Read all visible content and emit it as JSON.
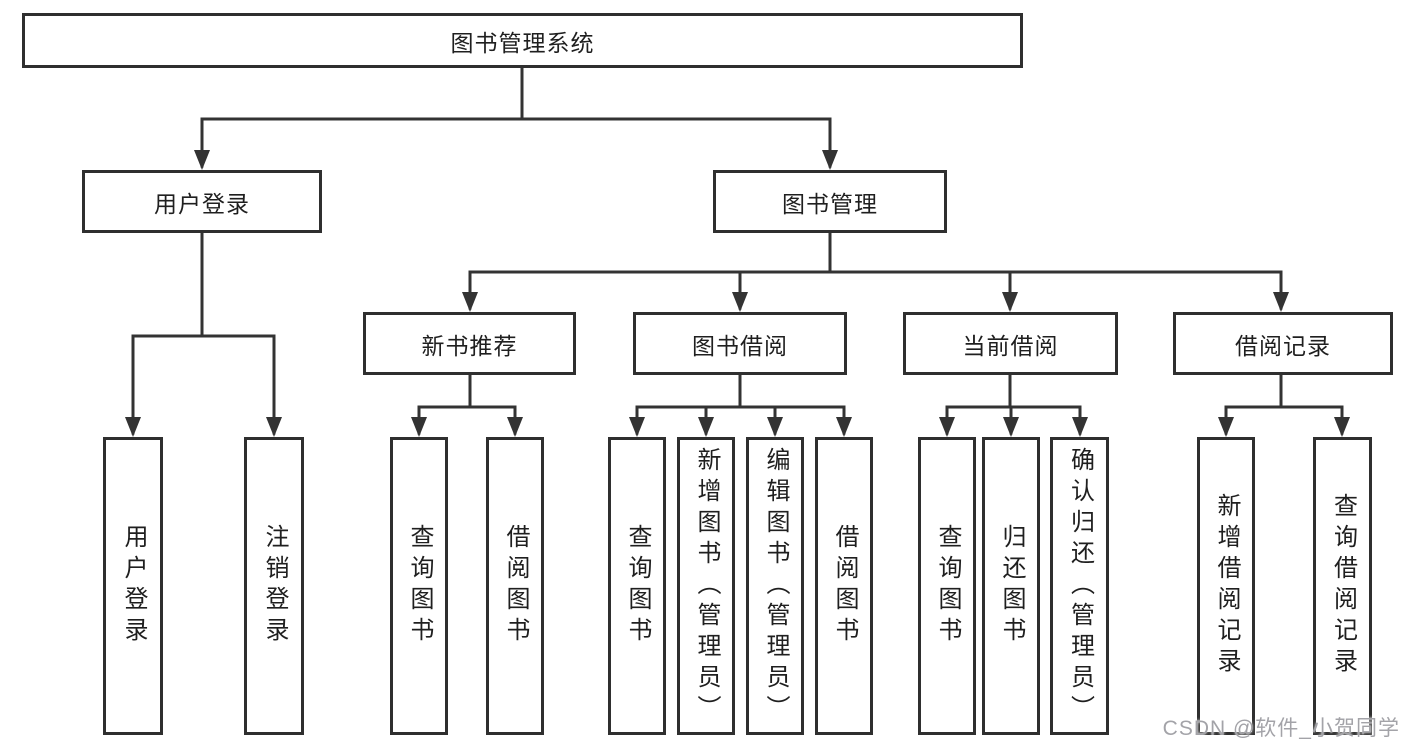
{
  "diagram": {
    "root": {
      "label": "图书管理系统"
    },
    "branches": {
      "user_login": {
        "label": "用户登录",
        "children": [
          {
            "label": "用户登录"
          },
          {
            "label": "注销登录"
          }
        ]
      },
      "book_mgmt": {
        "label": "图书管理",
        "sections": [
          {
            "label": "新书推荐",
            "children": [
              {
                "label": "查询图书"
              },
              {
                "label": "借阅图书"
              }
            ]
          },
          {
            "label": "图书借阅",
            "children": [
              {
                "label": "查询图书"
              },
              {
                "label": "新增图书（管理员）"
              },
              {
                "label": "编辑图书（管理员）"
              },
              {
                "label": "借阅图书"
              }
            ]
          },
          {
            "label": "当前借阅",
            "children": [
              {
                "label": "查询图书"
              },
              {
                "label": "归还图书"
              },
              {
                "label": "确认归还（管理员）"
              }
            ]
          },
          {
            "label": "借阅记录",
            "children": [
              {
                "label": "新增借阅记录"
              },
              {
                "label": "查询借阅记录"
              }
            ]
          }
        ]
      }
    },
    "watermark": "CSDN @软件_小贺同学",
    "colors": {
      "line": "#333333",
      "text": "#1f1f1f",
      "background": "#ffffff",
      "watermark": "#9e9ea3"
    }
  }
}
